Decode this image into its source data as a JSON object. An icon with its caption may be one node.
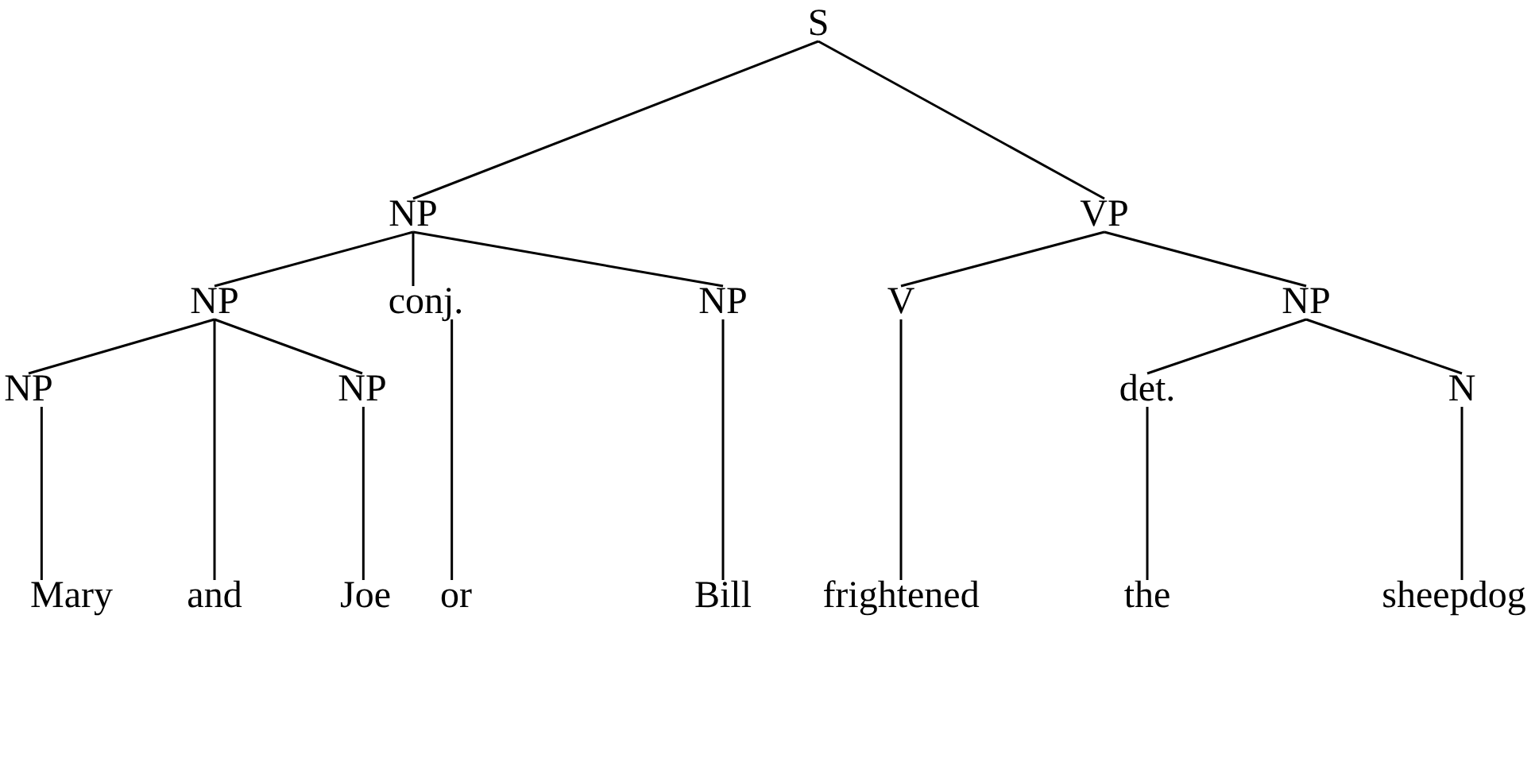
{
  "diagram": {
    "nodes": [
      {
        "text": [
          "S"
        ]
      },
      {
        "text": [
          "NP"
        ]
      },
      {
        "text": [
          "VP"
        ]
      },
      {
        "text": [
          "NP"
        ]
      },
      {
        "text": [
          "conj."
        ]
      },
      {
        "text": [
          "NP"
        ]
      },
      {
        "text": [
          "V"
        ]
      },
      {
        "text": [
          "NP"
        ]
      },
      {
        "text": [
          "NP"
        ]
      },
      {
        "text": [
          "NP"
        ]
      },
      {
        "text": [
          "det."
        ]
      },
      {
        "text": [
          "N"
        ]
      },
      {
        "text": [
          "Mary"
        ]
      },
      {
        "text": [
          "and"
        ]
      },
      {
        "text": [
          "Joe"
        ]
      },
      {
        "text": [
          "or"
        ]
      },
      {
        "text": [
          "Bill"
        ]
      },
      {
        "text": [
          "frightened"
        ]
      },
      {
        "text": [
          "the"
        ]
      },
      {
        "text": [
          "sheepdog"
        ]
      }
    ],
    "edges": [
      {
        "from": 0,
        "to": 1,
        "arrow": "none"
      },
      {
        "from": 0,
        "to": 2,
        "arrow": "none"
      },
      {
        "from": 1,
        "to": 3,
        "arrow": "none"
      },
      {
        "from": 1,
        "to": 4,
        "arrow": "none"
      },
      {
        "from": 1,
        "to": 5,
        "arrow": "none"
      },
      {
        "from": 2,
        "to": 6,
        "arrow": "none"
      },
      {
        "from": 2,
        "to": 7,
        "arrow": "none"
      },
      {
        "from": 3,
        "to": 8,
        "arrow": "none"
      },
      {
        "from": 3,
        "to": 13,
        "arrow": "none"
      },
      {
        "from": 3,
        "to": 9,
        "arrow": "none"
      },
      {
        "from": 7,
        "to": 10,
        "arrow": "none"
      },
      {
        "from": 7,
        "to": 11,
        "arrow": "none"
      },
      {
        "from": 8,
        "to": 12,
        "arrow": "none"
      },
      {
        "from": 9,
        "to": 14,
        "arrow": "none"
      },
      {
        "from": 4,
        "to": 15,
        "arrow": "none"
      },
      {
        "from": 5,
        "to": 16,
        "arrow": "none"
      },
      {
        "from": 6,
        "to": 17,
        "arrow": "none"
      },
      {
        "from": 10,
        "to": 18,
        "arrow": "none"
      },
      {
        "from": 11,
        "to": 19,
        "arrow": "none"
      }
    ]
  }
}
